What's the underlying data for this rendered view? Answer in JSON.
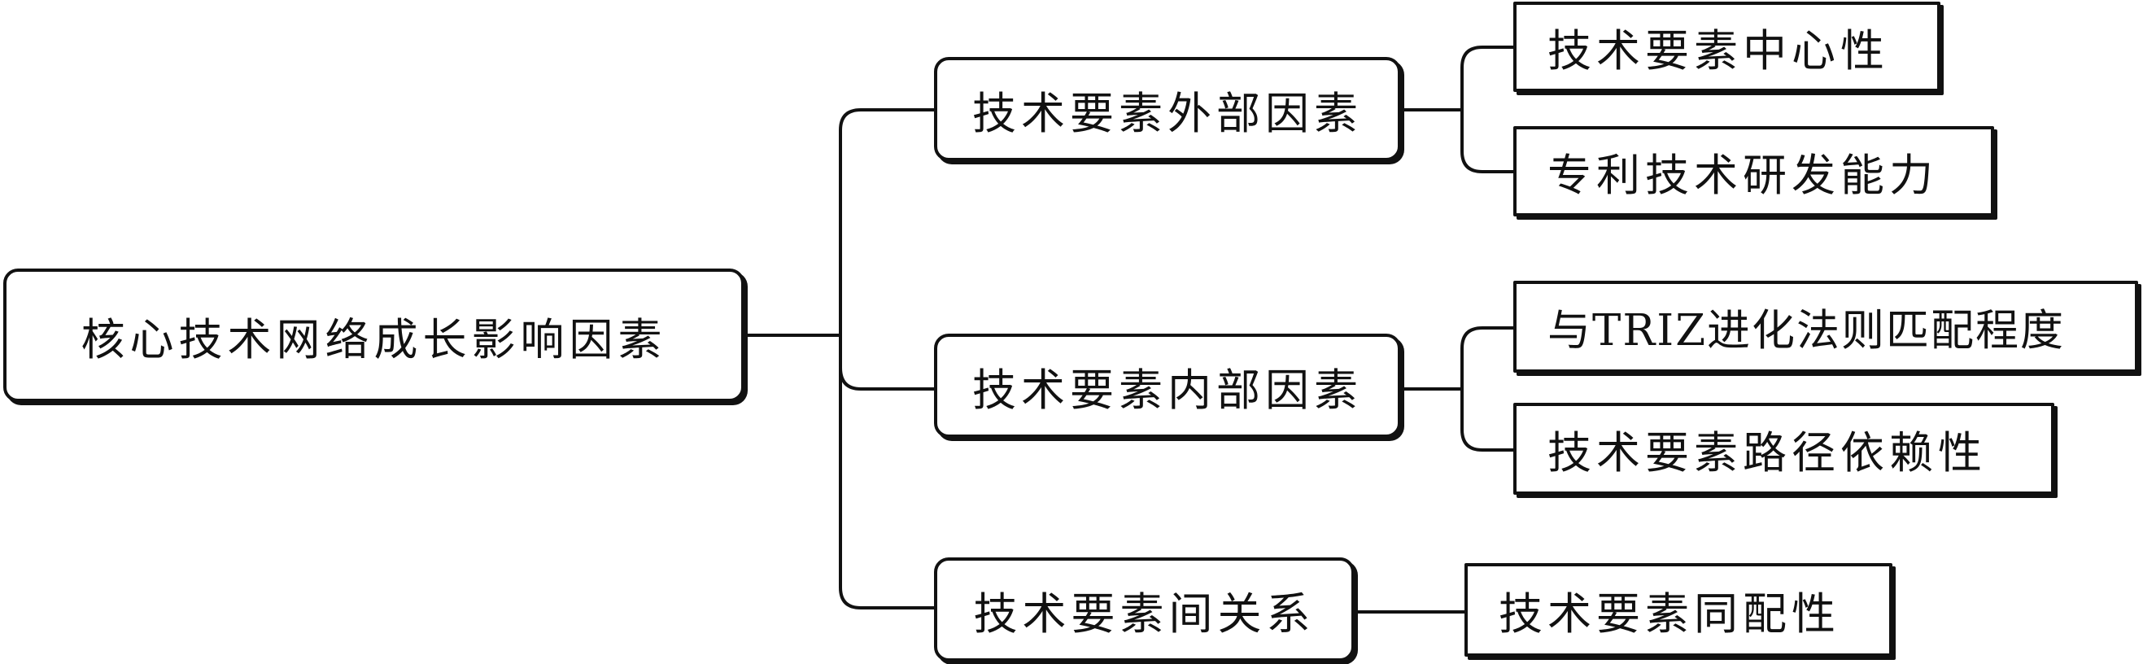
{
  "root": {
    "label": "核心技术网络成长影响因素"
  },
  "branches": [
    {
      "label": "技术要素外部因素",
      "children": [
        "技术要素中心性",
        "专利技术研发能力"
      ]
    },
    {
      "label": "技术要素内部因素",
      "children": [
        "与TRIZ进化法则匹配程度",
        "技术要素路径依赖性"
      ]
    },
    {
      "label": "技术要素间关系",
      "children": [
        "技术要素同配性"
      ]
    }
  ]
}
